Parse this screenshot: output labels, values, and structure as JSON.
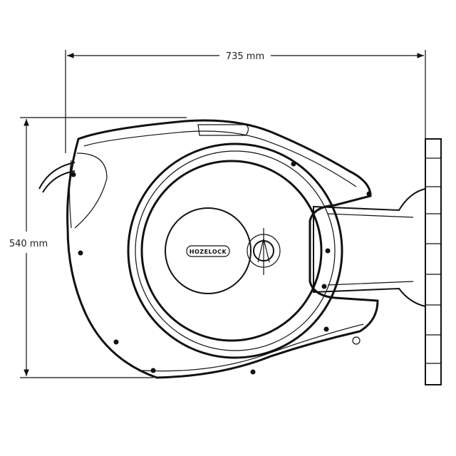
{
  "dimensions": {
    "width_label": "735 mm",
    "height_label": "540 mm"
  },
  "product": {
    "brand_logo": "HOZELOCK"
  },
  "colors": {
    "line": "#111111",
    "background": "#ffffff"
  }
}
